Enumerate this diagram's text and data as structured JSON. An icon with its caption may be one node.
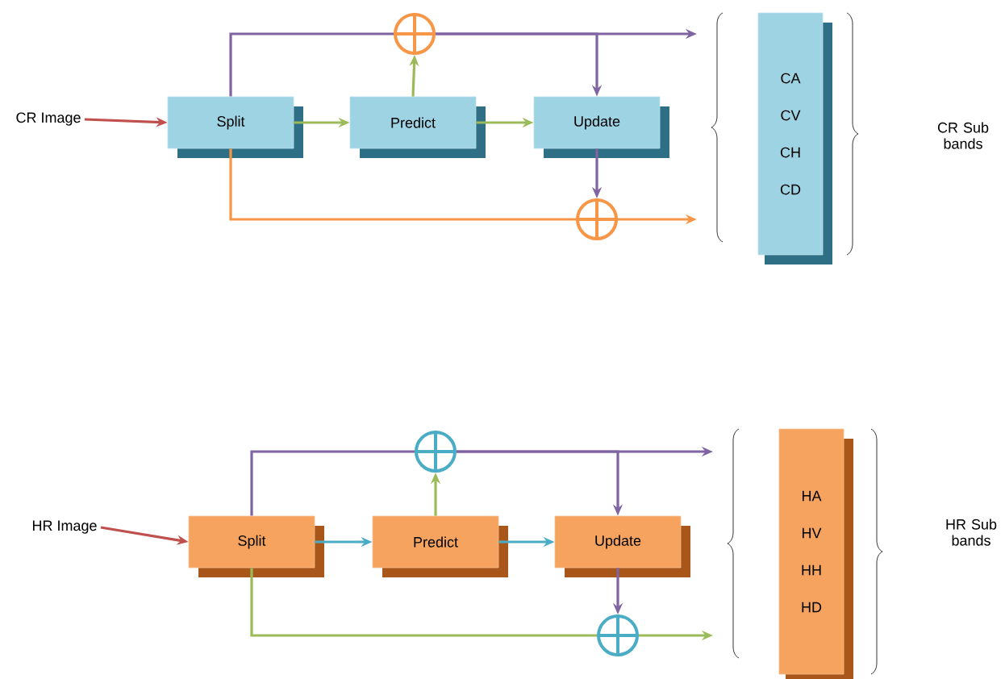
{
  "diagram": {
    "nodes": [
      {
        "text": [
          "CR Image"
        ]
      },
      {
        "text": [
          "Split"
        ]
      },
      {
        "text": [
          "Predict"
        ]
      },
      {
        "text": [
          "Update"
        ]
      },
      {
        "text": [],
        "shape": "circle"
      },
      {
        "text": [],
        "shape": "circle"
      },
      {
        "text": [
          "CA",
          "CV",
          "CH",
          "CD"
        ]
      },
      {
        "text": [
          "HR Image"
        ]
      },
      {
        "text": [
          "Split"
        ]
      },
      {
        "text": [
          "Predict"
        ]
      },
      {
        "text": [
          "Update"
        ]
      },
      {
        "text": [],
        "shape": "circle"
      },
      {
        "text": [],
        "shape": "circle"
      },
      {
        "text": [
          "HA",
          "HV",
          "HH",
          "HD"
        ]
      }
    ],
    "edges": [
      {
        "from": 0,
        "to": 1,
        "arrow": "to",
        "color": "#c0504d"
      },
      {
        "from": 1,
        "to": 2,
        "arrow": "to",
        "color": "#9bbb59"
      },
      {
        "from": 2,
        "to": 3,
        "arrow": "to",
        "color": "#9bbb59"
      },
      {
        "from": 2,
        "to": 4,
        "arrow": "to",
        "color": "#9bbb59"
      },
      {
        "from": 1,
        "to": 4,
        "arrow": "none",
        "color": "#8064a2"
      },
      {
        "from": 4,
        "to": null,
        "arrow": "to",
        "color": "#8064a2"
      },
      {
        "from": 4,
        "to": 3,
        "arrow": "to",
        "color": "#8064a2"
      },
      {
        "from": 3,
        "to": 5,
        "arrow": "to",
        "color": "#8064a2"
      },
      {
        "from": 1,
        "to": 5,
        "arrow": "none",
        "color": "#f79646"
      },
      {
        "from": 5,
        "to": null,
        "arrow": "to",
        "color": "#f79646"
      },
      {
        "from": 7,
        "to": 8,
        "arrow": "to",
        "color": "#c0504d"
      },
      {
        "from": 8,
        "to": 9,
        "arrow": "to",
        "color": "#4bacc6"
      },
      {
        "from": 9,
        "to": 10,
        "arrow": "to",
        "color": "#4bacc6"
      },
      {
        "from": 9,
        "to": 11,
        "arrow": "to",
        "color": "#9bbb59"
      },
      {
        "from": 8,
        "to": 11,
        "arrow": "none",
        "color": "#8064a2"
      },
      {
        "from": 11,
        "to": null,
        "arrow": "to",
        "color": "#8064a2"
      },
      {
        "from": 11,
        "to": 10,
        "arrow": "to",
        "color": "#8064a2"
      },
      {
        "from": 10,
        "to": 12,
        "arrow": "to",
        "color": "#8064a2"
      },
      {
        "from": 8,
        "to": 12,
        "arrow": "none",
        "color": "#9bbb59"
      },
      {
        "from": 12,
        "to": null,
        "arrow": "to",
        "color": "#9bbb59"
      }
    ],
    "labels": [
      "CR Sub bands",
      "HR Sub bands"
    ]
  }
}
